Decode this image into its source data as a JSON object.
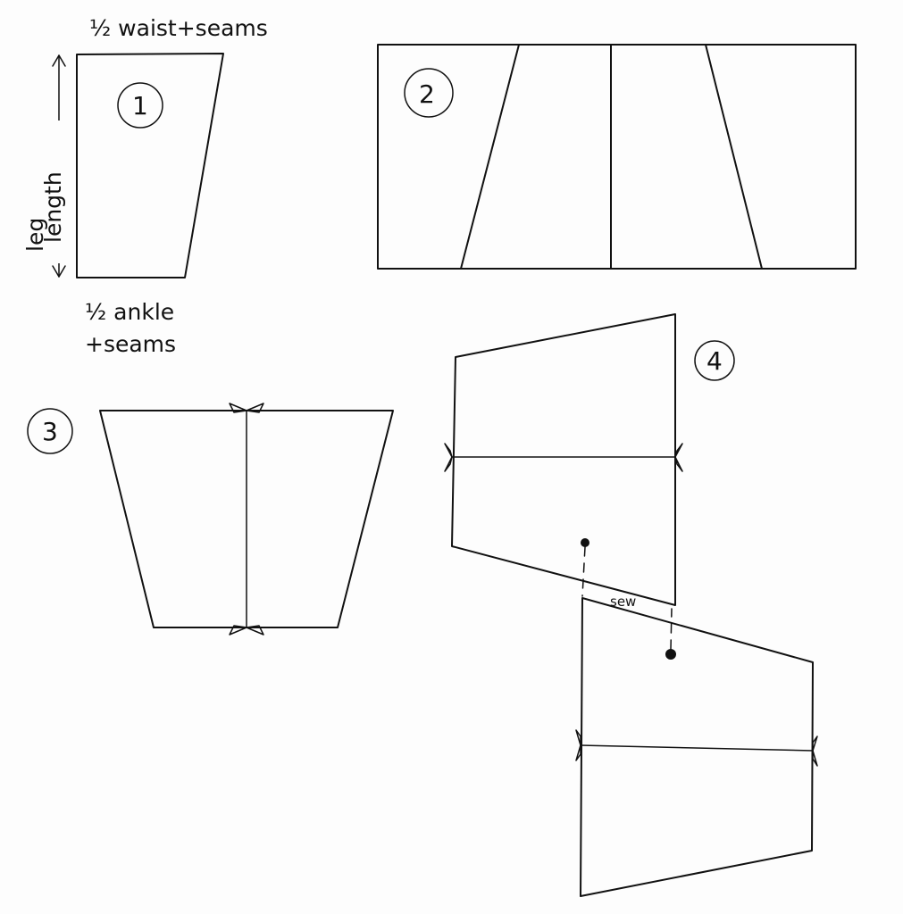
{
  "labels": {
    "waist": "½ waist+seams",
    "leg_line1": "leg",
    "leg_line2": "length",
    "ankle_line1": "½ ankle",
    "ankle_line2": "+seams",
    "sew": "sew"
  },
  "steps": [
    "1",
    "2",
    "3",
    "4"
  ],
  "ink_color": "#111111"
}
